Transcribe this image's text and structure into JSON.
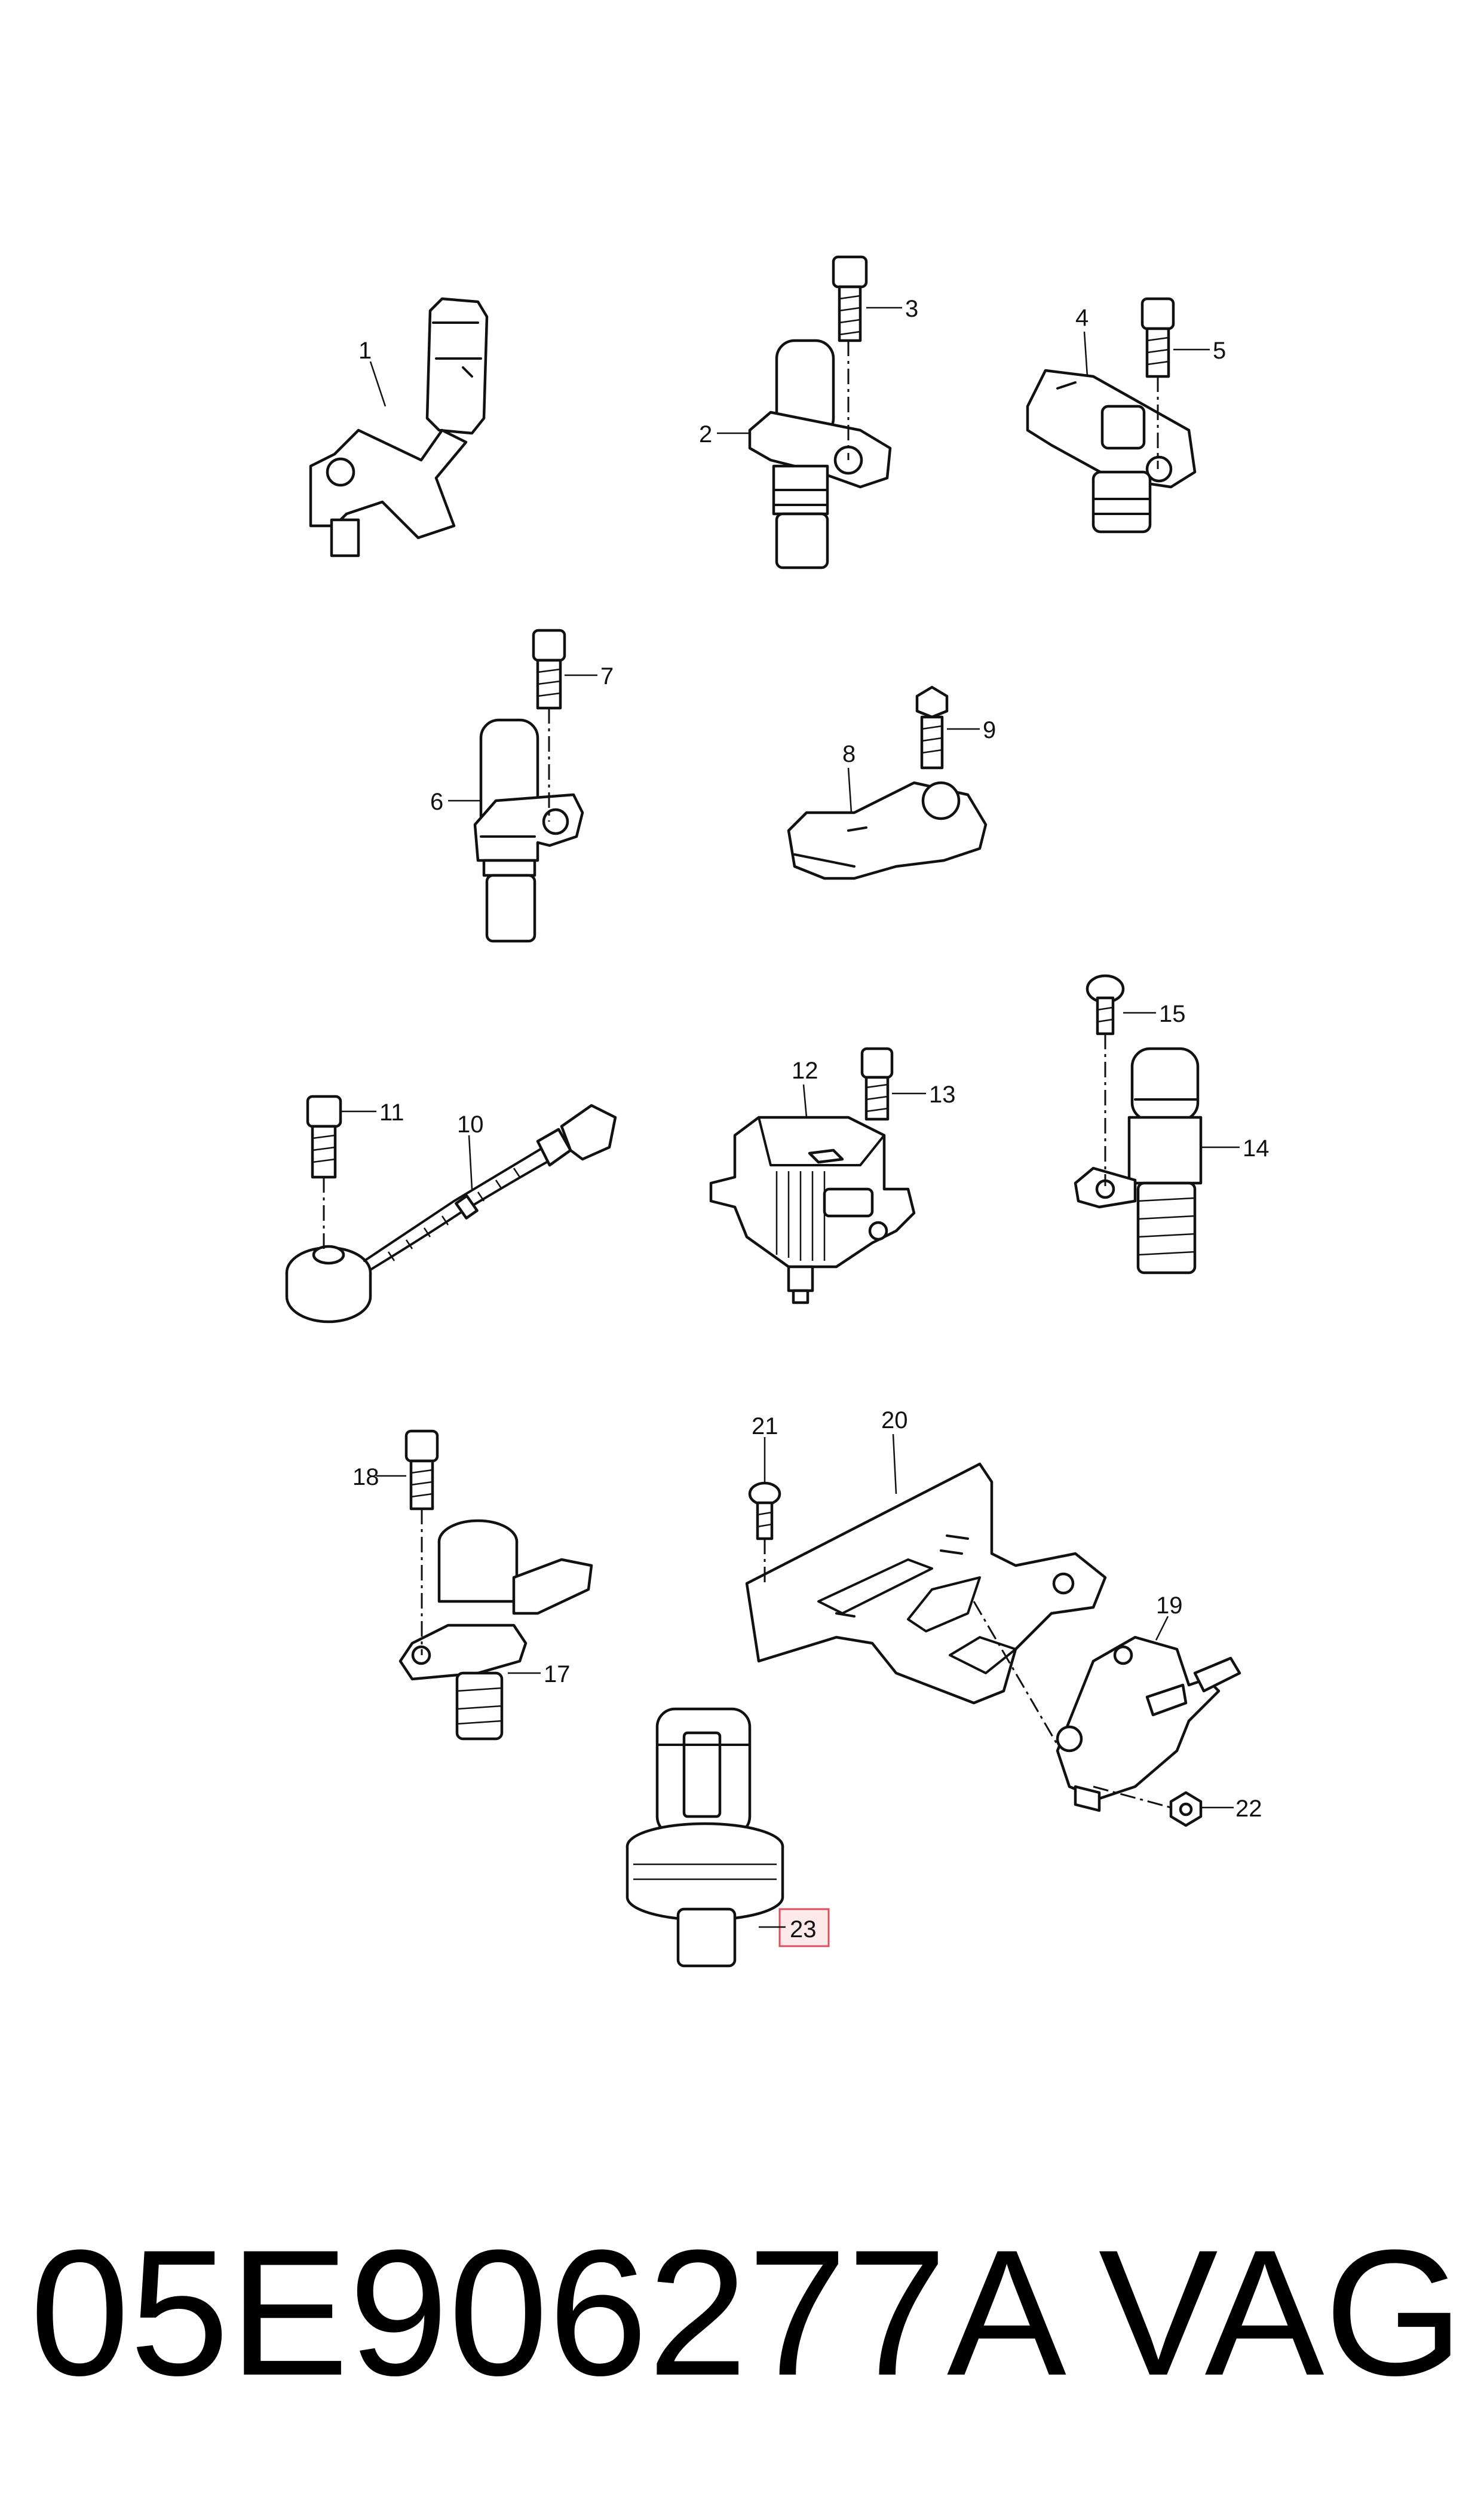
{
  "callouts": {
    "c1": "1",
    "c2": "2",
    "c3": "3",
    "c4": "4",
    "c5": "5",
    "c6": "6",
    "c7": "7",
    "c8": "8",
    "c9": "9",
    "c10": "10",
    "c11": "11",
    "c12": "12",
    "c13": "13",
    "c14": "14",
    "c15": "15",
    "c17": "17",
    "c18": "18",
    "c19": "19",
    "c20": "20",
    "c21": "21",
    "c22": "22",
    "c23": "23"
  },
  "highlighted_callout": "23",
  "highlight_color": "#d9505f",
  "footer": {
    "part_number": "05E906277A",
    "brand": "VAG"
  }
}
